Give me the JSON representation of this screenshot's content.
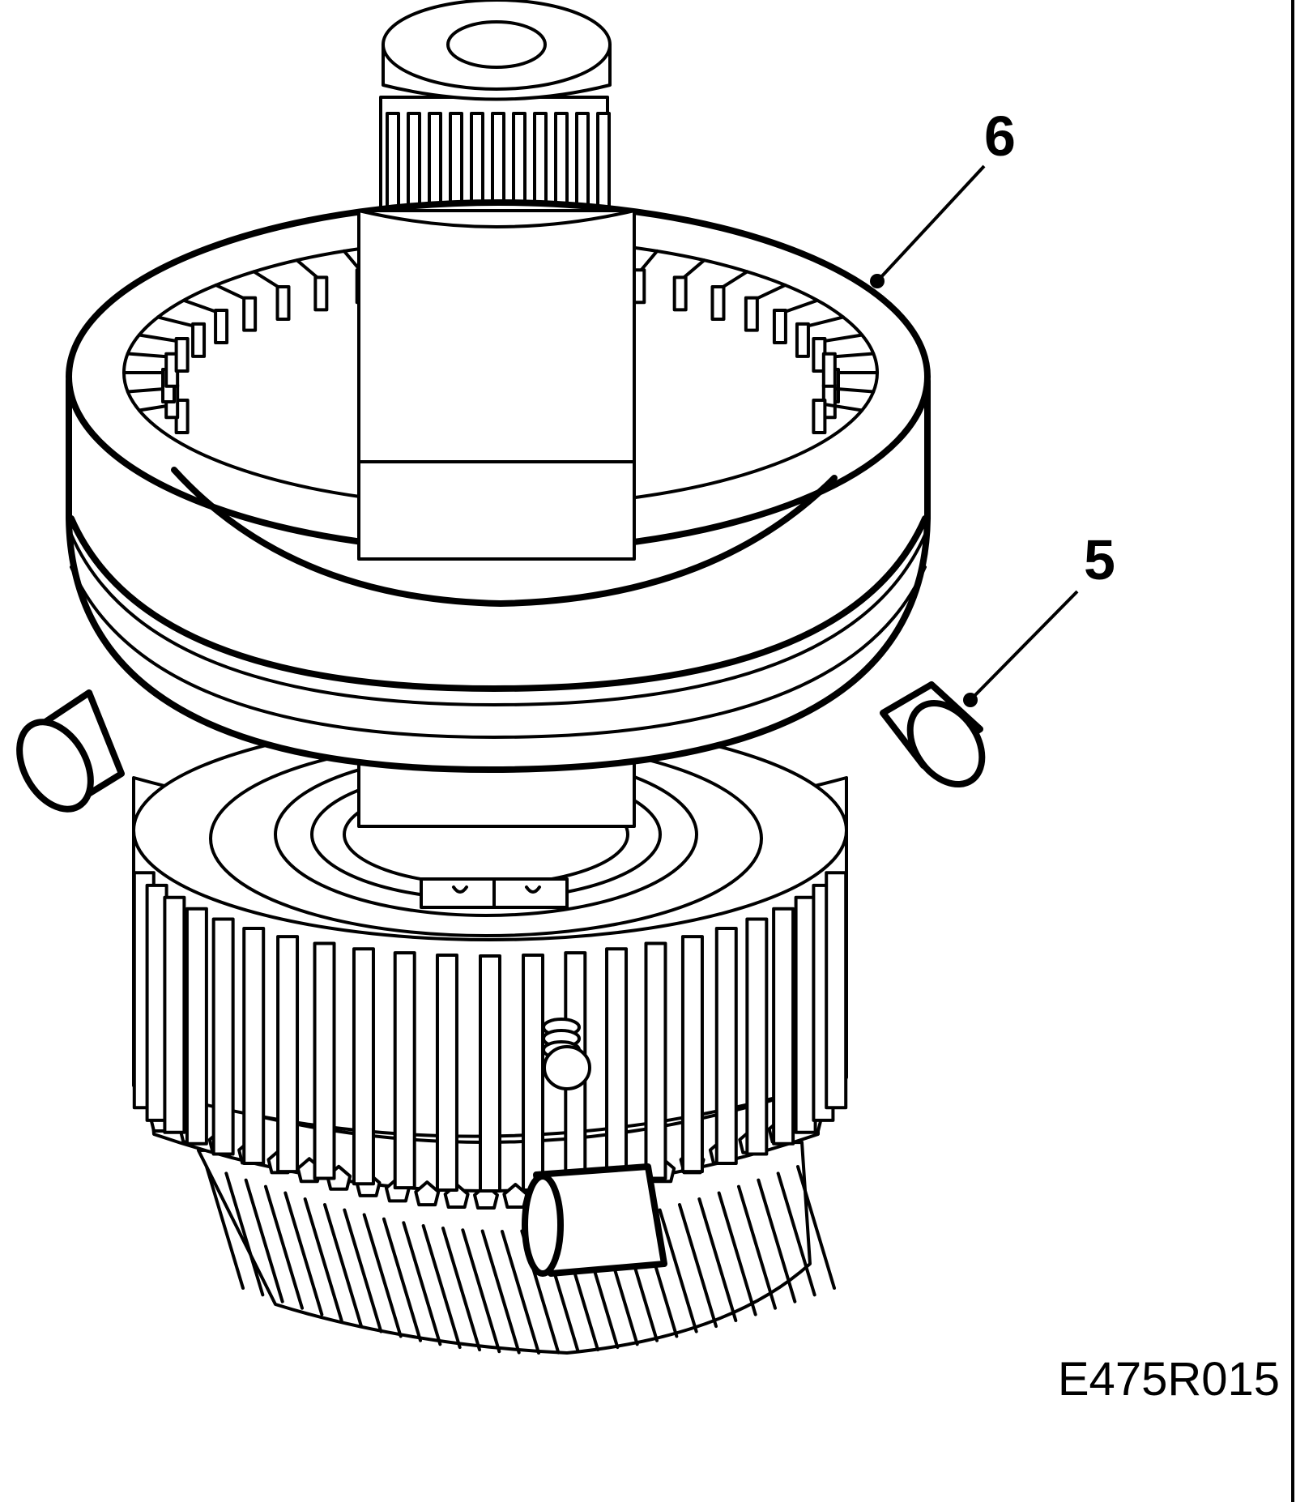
{
  "callouts": {
    "synchronizer_sleeve": "6",
    "detent_pins": "5"
  },
  "figure_reference": "E475R015"
}
